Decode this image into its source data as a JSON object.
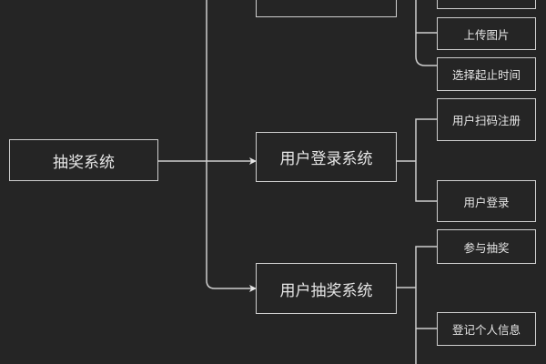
{
  "root": {
    "label": "抽奖系统"
  },
  "branches": [
    {
      "label": "",
      "children": [
        {
          "label": ""
        },
        {
          "label": "上传图片"
        },
        {
          "label": "选择起止时间"
        }
      ]
    },
    {
      "label": "用户登录系统",
      "children": [
        {
          "label": "用户扫码注册"
        },
        {
          "label": "用户登录"
        }
      ]
    },
    {
      "label": "用户抽奖系统",
      "children": [
        {
          "label": "参与抽奖"
        },
        {
          "label": "登记个人信息"
        }
      ]
    }
  ],
  "colors": {
    "background": "#252525",
    "line": "#cfcfcf",
    "text": "#e6e6e6"
  }
}
